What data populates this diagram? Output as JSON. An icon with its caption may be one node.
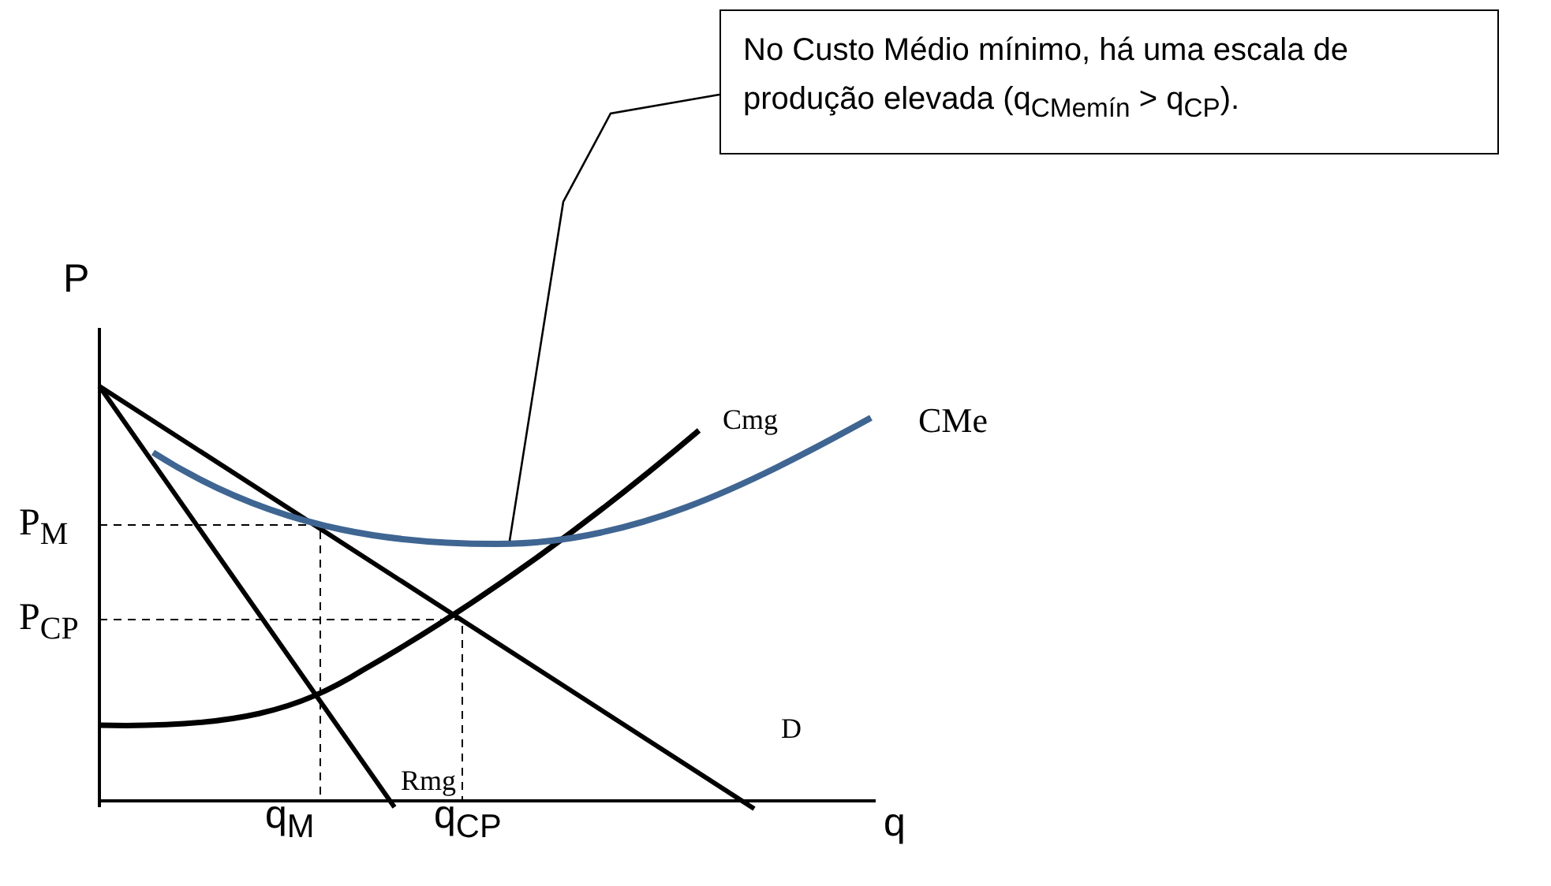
{
  "diagram": {
    "nodes": [
      {
        "text": [
          "No Custo Médio mínimo, há uma escala de produção elevada (q$_{CMemín}$ > q$_{CP}$)."
        ]
      },
      {
        "text": [],
        "shape": "curve"
      }
    ],
    "edges": [
      {
        "from": 0,
        "to": 1,
        "arrow": "none"
      }
    ],
    "labels": [
      "P",
      "Cmg",
      "CMe",
      "P$_{M}$",
      "P$_{CP}$",
      "D",
      "q",
      "q$_{M}$",
      "Rmg",
      "q$_{CP}$"
    ]
  }
}
